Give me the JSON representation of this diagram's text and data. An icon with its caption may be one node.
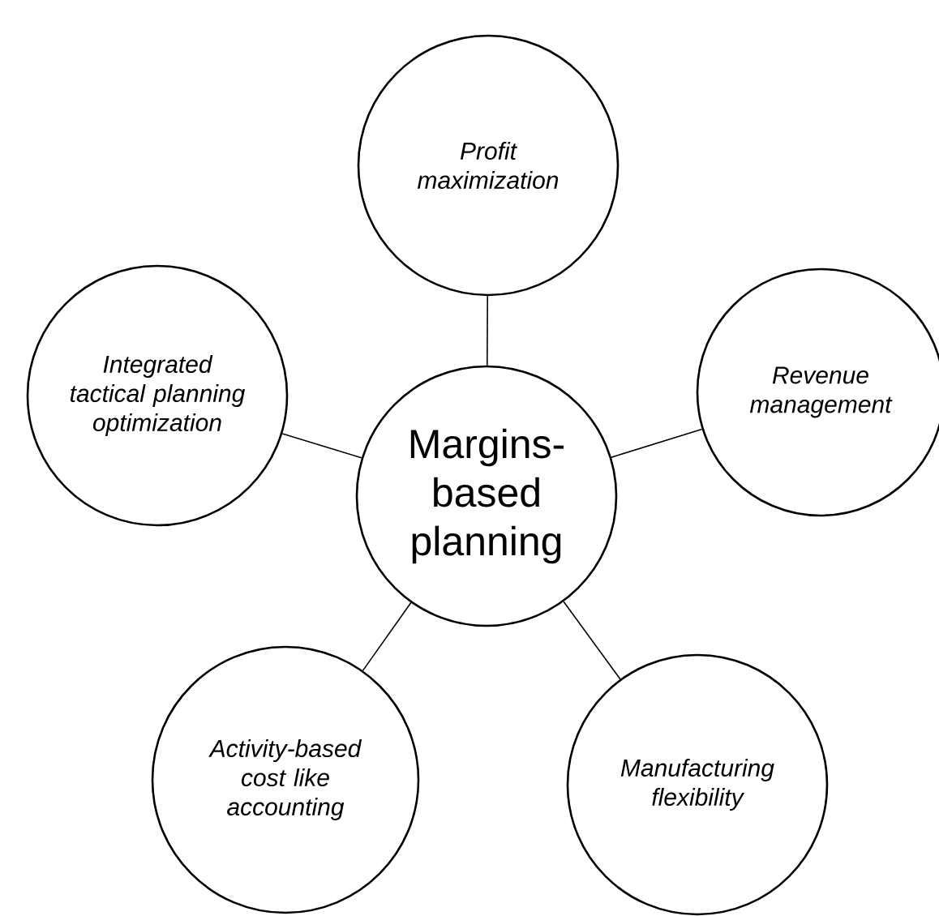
{
  "diagram": {
    "nodes": [
      {
        "text": [
          "Margins-based planning"
        ]
      },
      {
        "text": [
          "Profit maximization"
        ]
      },
      {
        "text": [
          "Revenue management"
        ]
      },
      {
        "text": [
          "Integrated tactical planning optimization"
        ]
      },
      {
        "text": [
          "Activity-based cost like accounting"
        ]
      },
      {
        "text": [
          "Manufacturing flexibility"
        ]
      }
    ],
    "edges": [
      {
        "from": 0,
        "to": 1,
        "arrow": "none"
      },
      {
        "from": 0,
        "to": 2,
        "arrow": "none"
      },
      {
        "from": 0,
        "to": 3,
        "arrow": "none"
      },
      {
        "from": 0,
        "to": 4,
        "arrow": "none"
      },
      {
        "from": 0,
        "to": 5,
        "arrow": "none"
      }
    ]
  }
}
